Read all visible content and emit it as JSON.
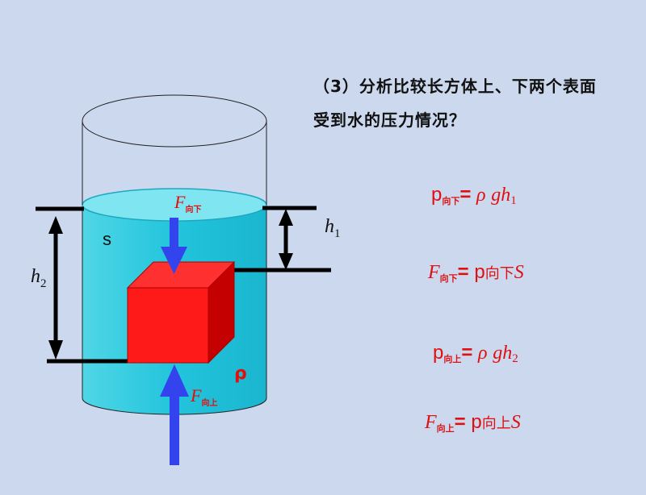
{
  "question": {
    "line1": "（3）分析比较长方体上、下两个表面",
    "line2": "受到水的压力情况？"
  },
  "diagram": {
    "label_s": "s",
    "label_rho": "ρ",
    "f_down": {
      "symbol": "F",
      "sub": "向下"
    },
    "f_up": {
      "symbol": "F",
      "sub": "向上"
    },
    "h1": {
      "symbol": "h",
      "sub": "1"
    },
    "h2": {
      "symbol": "h",
      "sub": "2"
    }
  },
  "formulas": {
    "p_down": {
      "symbol": "p",
      "sub": "向下",
      "eq": "=",
      "rho": "ρ",
      "g": "g",
      "h": "h",
      "num": "1"
    },
    "F_down": {
      "symbol": "F",
      "sub": "向下",
      "eq": "=",
      "p": "p",
      "pdir": "向下",
      "S": "S"
    },
    "p_up": {
      "symbol": "p",
      "sub": "向上",
      "eq": "=",
      "rho": "ρ",
      "g": "g",
      "h": "h",
      "num": "2"
    },
    "F_up": {
      "symbol": "F",
      "sub": "向上",
      "eq": "=",
      "p": "p",
      "pdir": "向上",
      "S": "S"
    }
  },
  "colors": {
    "background": "#ccd8ee",
    "water": "#33ccdd",
    "cube": "#ff1a1a",
    "arrow": "#3344ee",
    "formula": "#e01010"
  }
}
